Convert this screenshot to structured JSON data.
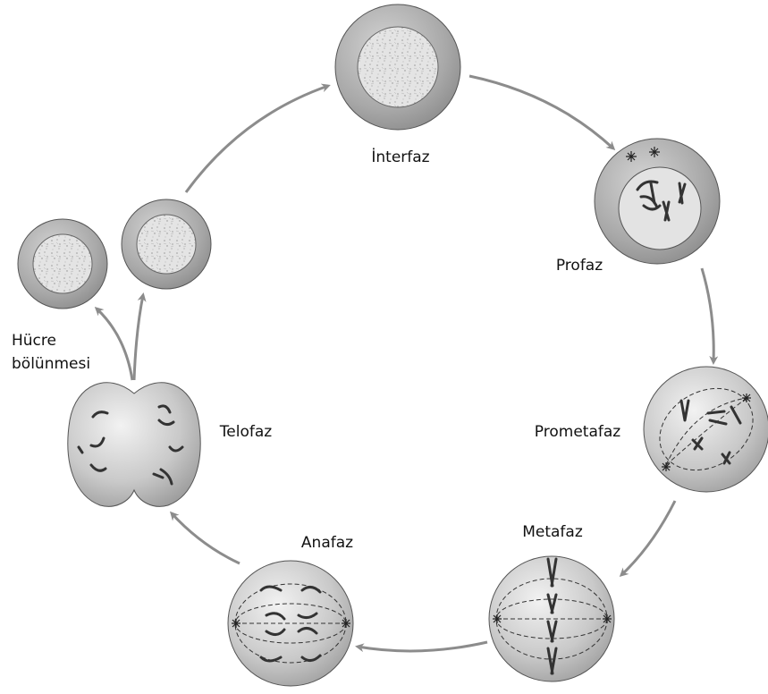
{
  "stages": {
    "interphase": "İnterfaz",
    "prophase": "Profaz",
    "prometaphase": "Prometafaz",
    "metaphase": "Metafaz",
    "anaphase": "Anafaz",
    "telophase": "Telofaz",
    "cell_division_line1": "Hücre",
    "cell_division_line2": "bölünmesi"
  },
  "colors": {
    "cell_outer": "#a9a9a9",
    "cell_inner": "#e6e6e6",
    "arrow": "#8c8c8c",
    "chromosome": "#333333"
  }
}
